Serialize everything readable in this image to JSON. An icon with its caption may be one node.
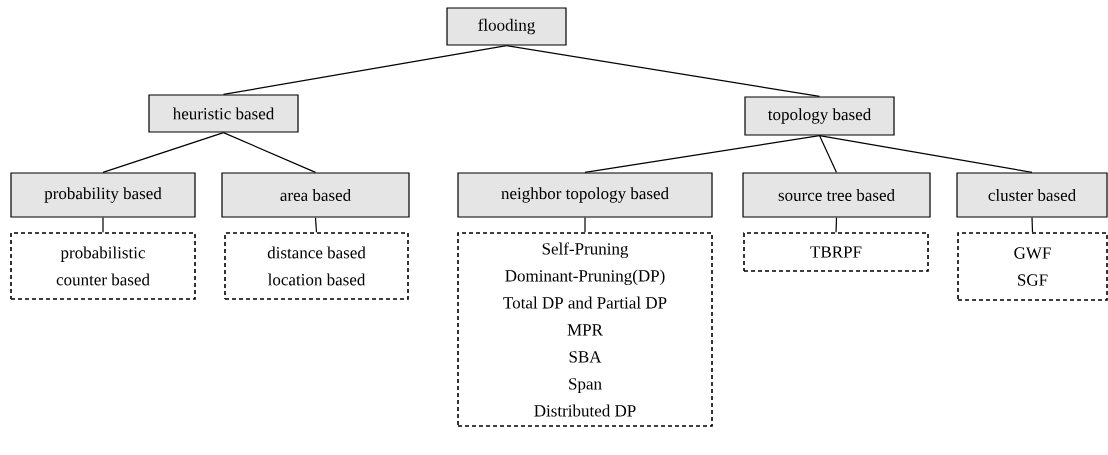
{
  "diagram": {
    "nodes": [
      {
        "text": [
          "flooding"
        ]
      },
      {
        "text": [
          "heuristic based"
        ]
      },
      {
        "text": [
          "topology based"
        ]
      },
      {
        "text": [
          "probability based"
        ]
      },
      {
        "text": [
          "area based"
        ]
      },
      {
        "text": [
          "neighbor topology based"
        ]
      },
      {
        "text": [
          "source tree based"
        ]
      },
      {
        "text": [
          "cluster based"
        ]
      },
      {
        "text": [
          "probabilistic",
          "counter based"
        ]
      },
      {
        "text": [
          "distance based",
          "location based"
        ]
      },
      {
        "text": [
          "Self-Pruning",
          "Dominant-Pruning(DP)",
          "Total DP and Partial DP",
          "MPR",
          "SBA",
          "Span",
          "Distributed DP"
        ]
      },
      {
        "text": [
          "TBRPF"
        ]
      },
      {
        "text": [
          "GWF",
          "SGF"
        ]
      }
    ],
    "edges": [
      {
        "from": 0,
        "to": 1,
        "arrow": "none"
      },
      {
        "from": 0,
        "to": 2,
        "arrow": "none"
      },
      {
        "from": 1,
        "to": 3,
        "arrow": "none"
      },
      {
        "from": 1,
        "to": 4,
        "arrow": "none"
      },
      {
        "from": 2,
        "to": 5,
        "arrow": "none"
      },
      {
        "from": 2,
        "to": 6,
        "arrow": "none"
      },
      {
        "from": 2,
        "to": 7,
        "arrow": "none"
      },
      {
        "from": 3,
        "to": 8,
        "arrow": "none"
      },
      {
        "from": 4,
        "to": 9,
        "arrow": "none"
      },
      {
        "from": 5,
        "to": 10,
        "arrow": "none"
      },
      {
        "from": 6,
        "to": 11,
        "arrow": "none"
      },
      {
        "from": 7,
        "to": 12,
        "arrow": "none"
      }
    ]
  }
}
